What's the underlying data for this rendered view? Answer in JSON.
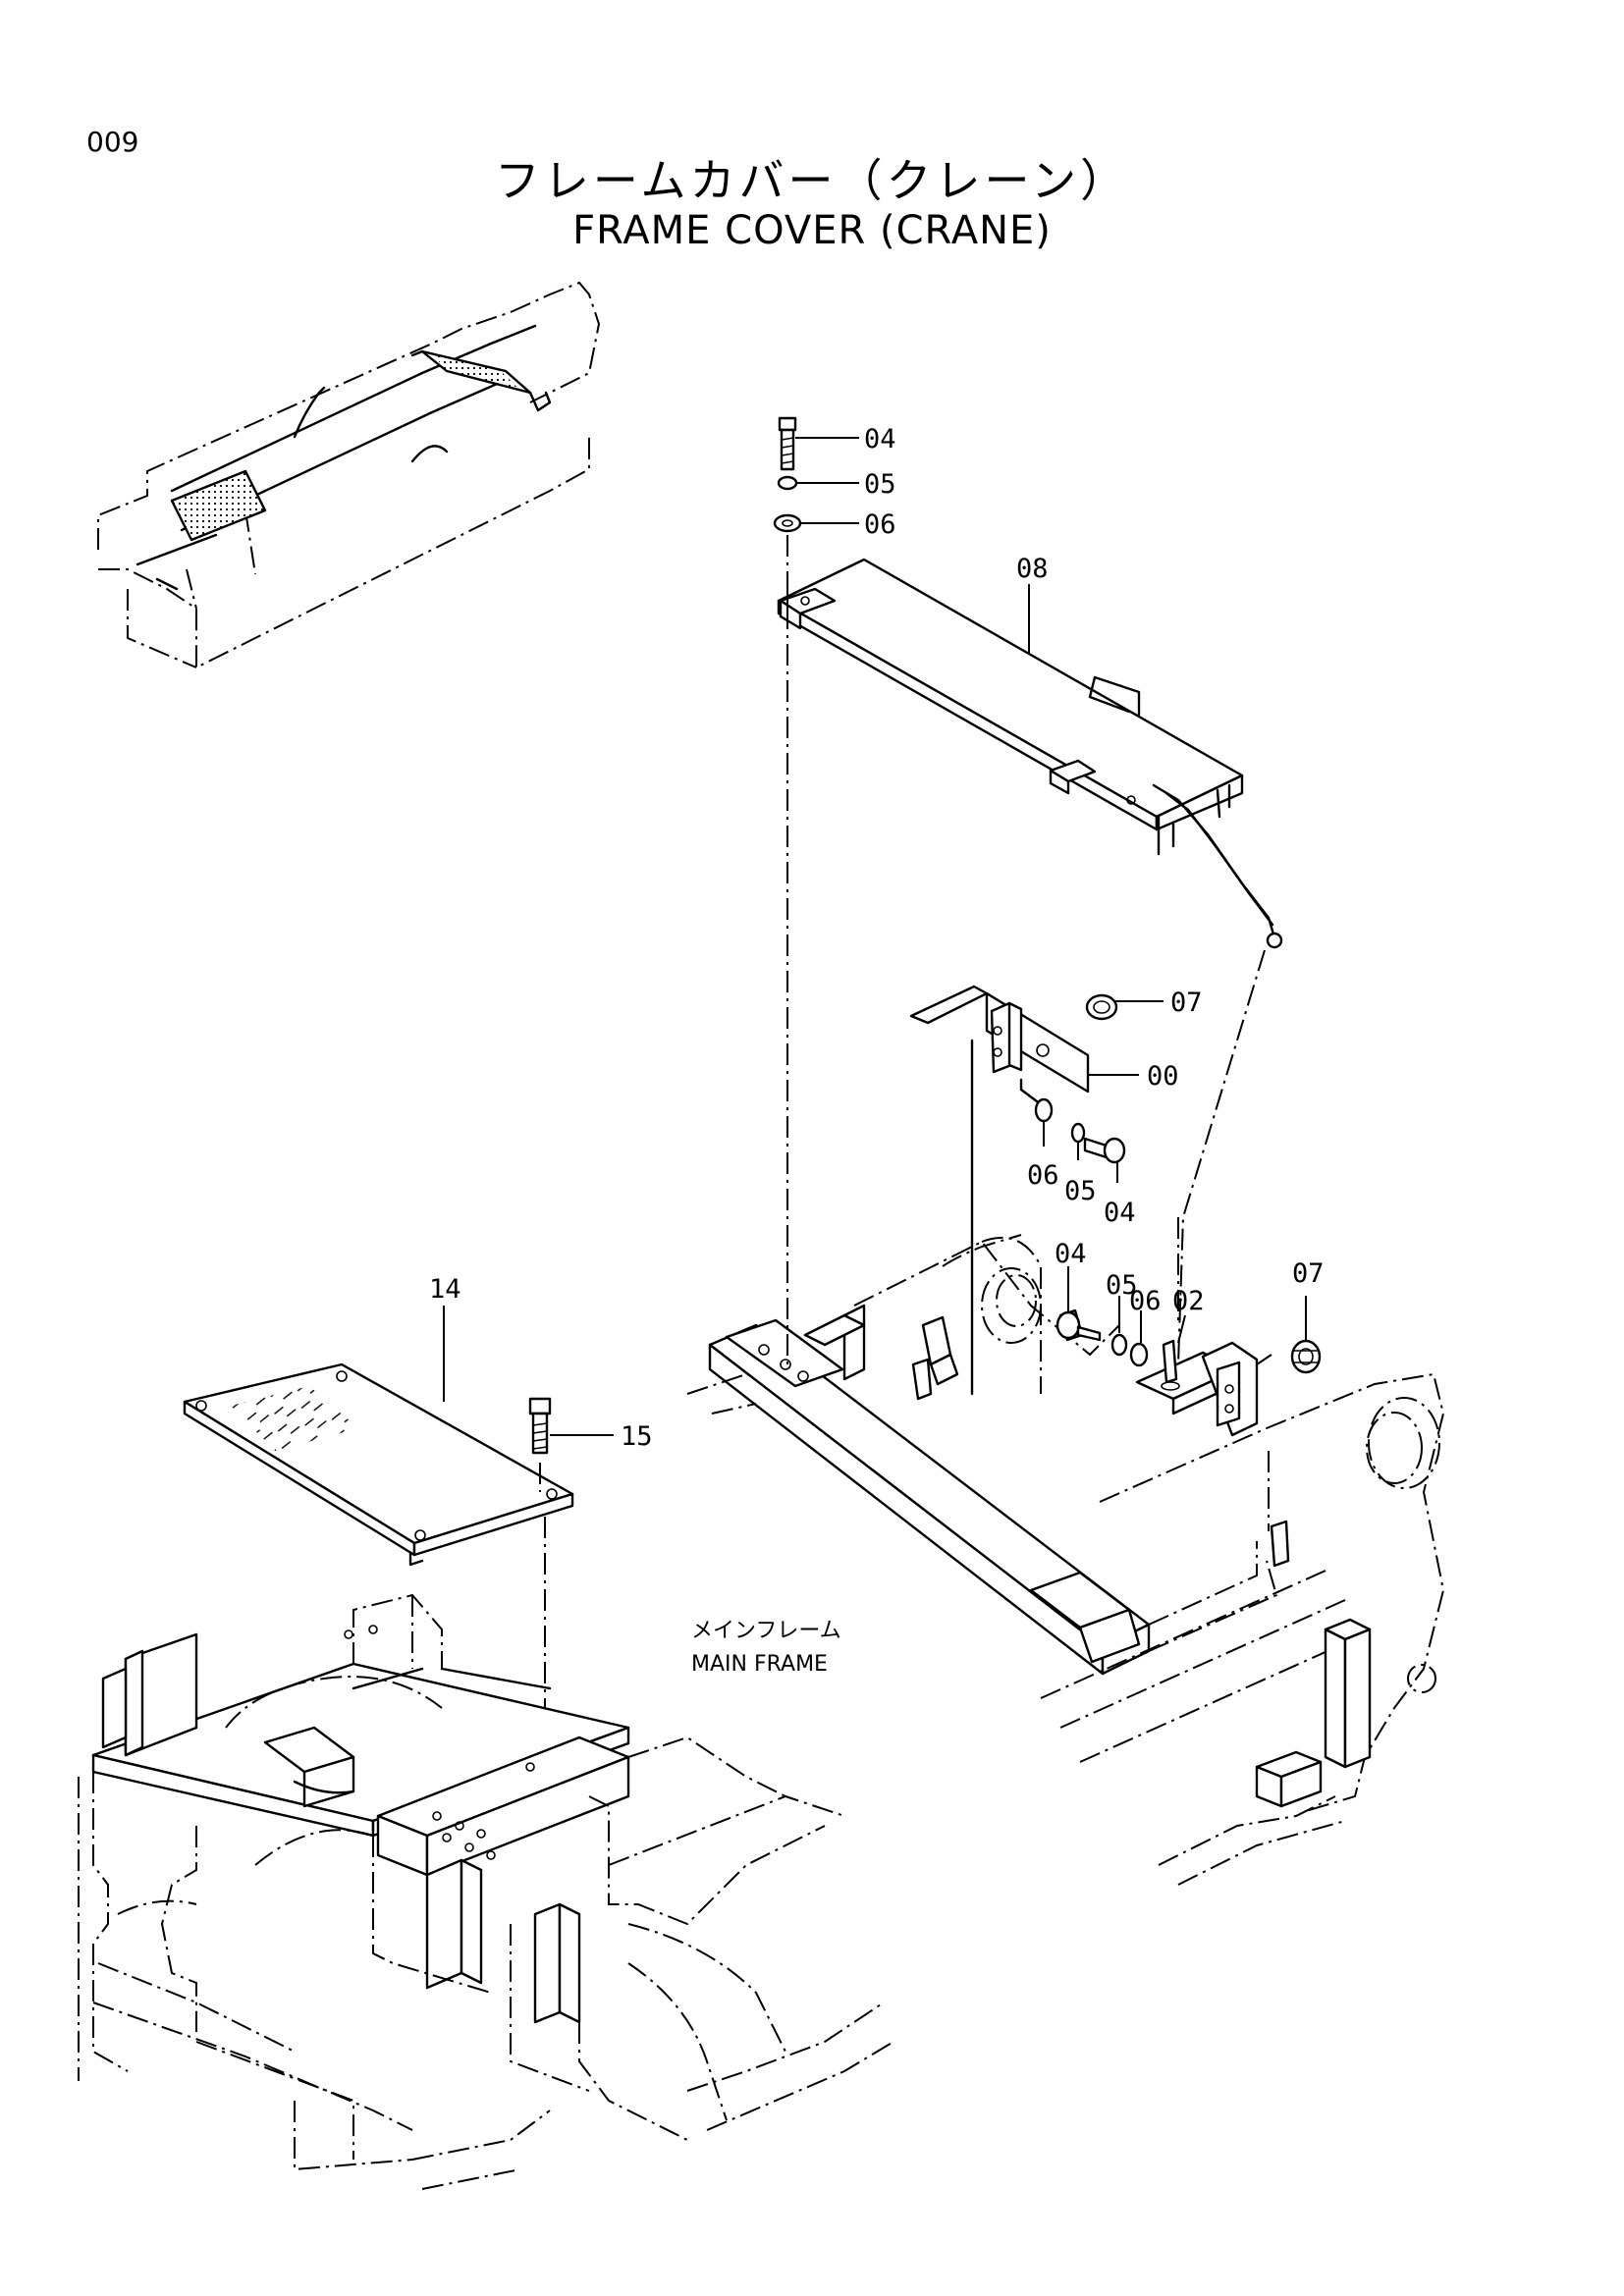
{
  "page": {
    "number": "009"
  },
  "title": {
    "japanese": "フレームカバー（クレーン）",
    "english": "FRAME COVER (CRANE)"
  },
  "callouts": {
    "c04_top": "04",
    "c05_top": "05",
    "c06_top": "06",
    "c08": "08",
    "c07_upper": "07",
    "c00": "00",
    "c06_mid": "06",
    "c05_mid": "05",
    "c04_mid": "04",
    "c04_low": "04",
    "c05_low": "05",
    "c06_low": "06",
    "c02": "02",
    "c07_low": "07",
    "c14": "14",
    "c15": "15"
  },
  "annotation": {
    "japanese": "メインフレーム",
    "english": "MAIN FRAME"
  }
}
